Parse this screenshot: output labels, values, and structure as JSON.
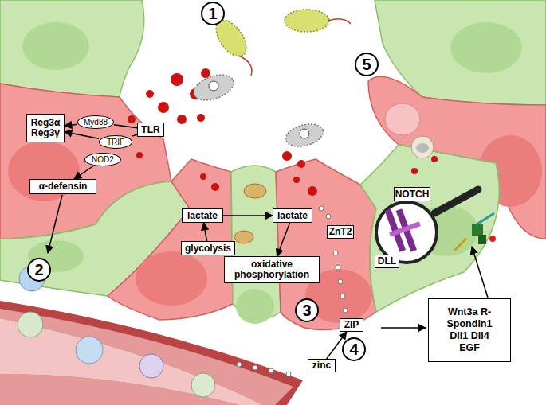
{
  "diagram": {
    "nodes": [
      {
        "text": [
          "TLR"
        ]
      },
      {
        "text": [
          "Myd88"
        ]
      },
      {
        "text": [
          "Reg3α Reg3γ"
        ]
      },
      {
        "text": [
          "TRIF"
        ]
      },
      {
        "text": [
          "NOD2"
        ]
      },
      {
        "text": [
          "α-defensin"
        ]
      },
      {
        "text": [
          "lactate"
        ]
      },
      {
        "text": [
          "lactate"
        ]
      },
      {
        "text": [
          "glycolysis"
        ]
      },
      {
        "text": [
          "oxidative phosphorylation"
        ]
      },
      {
        "text": [
          "ZnT2"
        ]
      },
      {
        "text": [
          "NOTCH"
        ]
      },
      {
        "text": [
          "DLL"
        ]
      },
      {
        "text": [
          "ZIP"
        ]
      },
      {
        "text": [
          "zinc"
        ]
      },
      {
        "text": [
          "Wnt3a R-Spondin1 Dll1 Dll4 EGF"
        ]
      }
    ],
    "edges": [
      {
        "from": 0,
        "to": 1,
        "arrow": "none"
      },
      {
        "from": 1,
        "to": 2,
        "arrow": "to"
      },
      {
        "from": 0,
        "to": 3,
        "arrow": "none"
      },
      {
        "from": 3,
        "to": 2,
        "arrow": "to"
      },
      {
        "from": 4,
        "to": 5,
        "arrow": "to"
      },
      {
        "from": 8,
        "to": 6,
        "arrow": "to"
      },
      {
        "from": 6,
        "to": 7,
        "arrow": "to"
      },
      {
        "from": 7,
        "to": 9,
        "arrow": "to"
      },
      {
        "from": 14,
        "to": 13,
        "arrow": "to"
      }
    ],
    "labels": [
      "1",
      "2",
      "3",
      "4",
      "5"
    ]
  }
}
